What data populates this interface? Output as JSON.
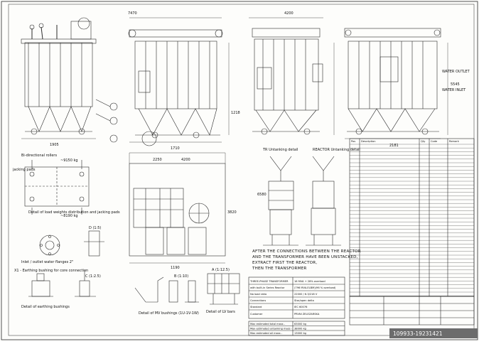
{
  "views": {
    "detail_load_weights": "Detail of load weights distribution and jacking pads",
    "inlet_outlet_water": "Inlet / outlet water flanges 2\"",
    "earthing_bushings": "Detail of earthing bushings",
    "mv_bushings": "Detail of MV bushings (1U-1V-1W)",
    "lv_bars": "Detail of LV bars",
    "tr_untanking": "TR Untanking detail",
    "reactor_untanking": "REACTOR Untanking detail",
    "view_a": "A (1:12.5)",
    "view_b": "B (1:10)",
    "view_c": "C (1:2.5)",
    "view_d": "D (1:5)"
  },
  "side_labels": {
    "water_outlet": "WATER OUTLET",
    "water_inlet": "WATER INLET",
    "bi_directional_rollers": "Bi-directional rollers",
    "jacking_pads": "jacking pads",
    "earthing_note": "X1 - Earthing bushing for core connection"
  },
  "dimensions": {
    "d_7470": "7470",
    "d_4200": "4200",
    "d_2250": "2250",
    "d_3820": "3820",
    "d_1190": "1190",
    "d_1905": "1905",
    "d_1710": "1710",
    "d_2181": "2181",
    "d_5545": "5545",
    "d_6580": "6580",
    "d_1218": "1218",
    "w_9150": "~9150 kg",
    "w_8190": "~8190 kg"
  },
  "untanking_note": [
    "AFTER THE CONNECTIONS BETWEEN THE REACTOR",
    "AND THE TRANSFORMER HAVE BEEN UNSTACKED,",
    "EXTRACT FIRST THE REACTOR,",
    "THEN THE TRANSFORMER"
  ],
  "spec_table": [
    {
      "k": "THREE-PHASE TRANSFORMER",
      "v": "16 MVA + 28% overload"
    },
    {
      "k": "with built-in Series Reactor",
      "v": "(796 MVA-ELBM)(96 % overload)"
    },
    {
      "k": "No load ratio",
      "v": "22000 / 6.3/218 V"
    },
    {
      "k": "Connections",
      "v": "Star/open delta"
    },
    {
      "k": "Standard",
      "v": "IEC 60076"
    },
    {
      "k": "Customer",
      "v": "PRVNI ZELEZARSKA"
    }
  ],
  "weights": [
    {
      "k": "Max estimated total mass -",
      "v": "63000 kg"
    },
    {
      "k": "Max estimated untanking mass -",
      "v": "38000 kg"
    },
    {
      "k": "Max estimated oil mass -",
      "v": "13000 kg"
    }
  ],
  "parts_header": {
    "no": "Pos",
    "desc": "Description",
    "qty": "Qty",
    "code": "Code",
    "rem": "Remark"
  },
  "stamp": "109933-19231421",
  "colors": {
    "line": "#2a2a2a",
    "stamp_bg": "#6c6c6c",
    "paper": "#fdfdfb"
  }
}
